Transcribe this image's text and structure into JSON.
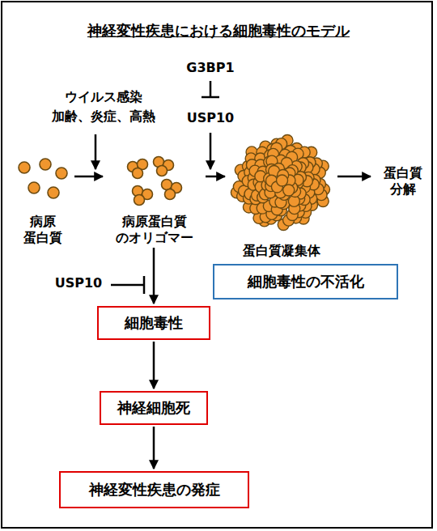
{
  "diagram": {
    "title": "神経変性疾患における細胞毒性のモデル",
    "nodes": [
      {
        "text": [
          "病原 蛋白質"
        ]
      },
      {
        "text": [
          "病原蛋白質 のオリゴマー"
        ]
      },
      {
        "text": [
          "蛋白質凝集体"
        ]
      },
      {
        "text": [
          "蛋白質 分解"
        ]
      },
      {
        "text": [
          "細胞毒性の不活化"
        ]
      },
      {
        "text": [
          "細胞毒性"
        ]
      },
      {
        "text": [
          "神経細胞死"
        ]
      },
      {
        "text": [
          "神経変性疾患の発症"
        ]
      }
    ],
    "edges": [
      {
        "from": 0,
        "to": 1,
        "arrow": "to"
      },
      {
        "from": 1,
        "to": 2,
        "arrow": "to"
      },
      {
        "from": 2,
        "to": 3,
        "arrow": "to"
      },
      {
        "from": 1,
        "to": 5,
        "arrow": "to"
      },
      {
        "from": 5,
        "to": 6,
        "arrow": "to"
      },
      {
        "from": 6,
        "to": 7,
        "arrow": "to"
      }
    ],
    "labels": [
      "G3BP1",
      "USP10",
      "ウイルス感染 加齢、炎症、高熱",
      "USP10"
    ]
  }
}
